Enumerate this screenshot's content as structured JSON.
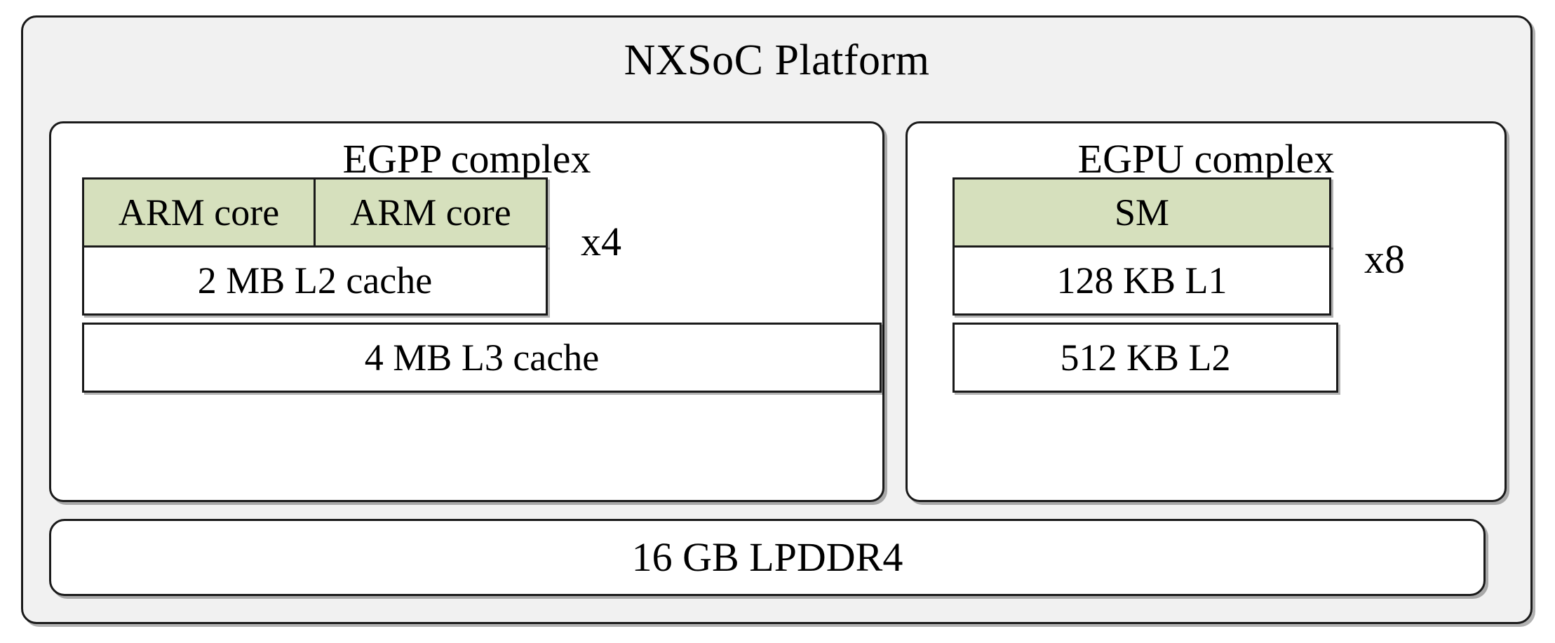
{
  "diagram": {
    "type": "block-diagram",
    "title": "NXSoC Platform",
    "colors": {
      "platform_fill": "#f1f1f1",
      "card_fill": "#ffffff",
      "compute_unit_fill": "#d6e0bd",
      "stroke": "#1a1a1a",
      "page_background": "#ffffff"
    },
    "complexes": [
      {
        "id": "cpu",
        "title": "EGPP complex",
        "multiplier": "x4",
        "units": [
          {
            "id": "arm-core-1",
            "label": "ARM core",
            "highlight": true
          },
          {
            "id": "arm-core-2",
            "label": "ARM core",
            "highlight": true
          }
        ],
        "caches": [
          {
            "id": "l2",
            "label": "2 MB L2 cache",
            "scope": "per-cluster"
          },
          {
            "id": "l3",
            "label": "4 MB L3 cache",
            "scope": "shared"
          }
        ]
      },
      {
        "id": "gpu",
        "title": "EGPU complex",
        "multiplier": "x8",
        "units": [
          {
            "id": "sm",
            "label": "SM",
            "highlight": true
          }
        ],
        "caches": [
          {
            "id": "l1",
            "label": "128 KB L1",
            "scope": "per-sm"
          },
          {
            "id": "l2",
            "label": "512 KB L2",
            "scope": "shared"
          }
        ]
      }
    ],
    "memory": {
      "id": "dram",
      "label": "16 GB LPDDR4"
    }
  }
}
